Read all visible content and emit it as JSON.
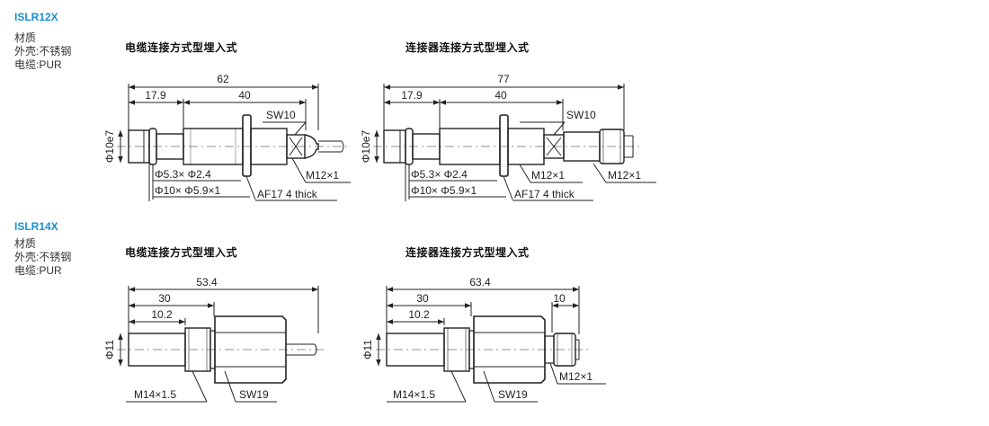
{
  "accent_color": "#1a8fd0",
  "sections": [
    {
      "model": "ISLR12X",
      "spec_lines": [
        "材质",
        "外壳:不锈钢",
        "电缆:PUR"
      ],
      "drawings": [
        {
          "heading": "电缆连接方式型埋入式",
          "total_length": "62",
          "thread_length": "40",
          "front_length": "17.9",
          "diameter": "Φ10e7",
          "wrench": "SW10",
          "thread": "M12×1",
          "callout_1": "Φ5.3× Φ2.4",
          "callout_2": "Φ10× Φ5.9×1",
          "nut_note": "AF17 4 thick"
        },
        {
          "heading": "连接器连接方式型埋入式",
          "total_length": "77",
          "thread_length": "40",
          "front_length": "17.9",
          "diameter": "Φ10e7",
          "wrench": "SW10",
          "thread": "M12×1",
          "connector_thread": "M12×1",
          "callout_1": "Φ5.3× Φ2.4",
          "callout_2": "Φ10× Φ5.9×1",
          "nut_note": "AF17 4 thick"
        }
      ]
    },
    {
      "model": "ISLR14X",
      "spec_lines": [
        "材质",
        "外壳:不锈钢",
        "电缆:PUR"
      ],
      "drawings": [
        {
          "heading": "电缆连接方式型埋入式",
          "total_length": "53.4",
          "length_a": "30",
          "length_b": "10.2",
          "diameter": "Φ11",
          "thread": "M14×1.5",
          "wrench": "SW19"
        },
        {
          "heading": "连接器连接方式型埋入式",
          "total_length": "63.4",
          "length_a": "30",
          "length_b": "10.2",
          "length_c": "10",
          "diameter": "Φ11",
          "thread": "M14×1.5",
          "wrench": "SW19",
          "connector_thread": "M12×1"
        }
      ]
    }
  ]
}
